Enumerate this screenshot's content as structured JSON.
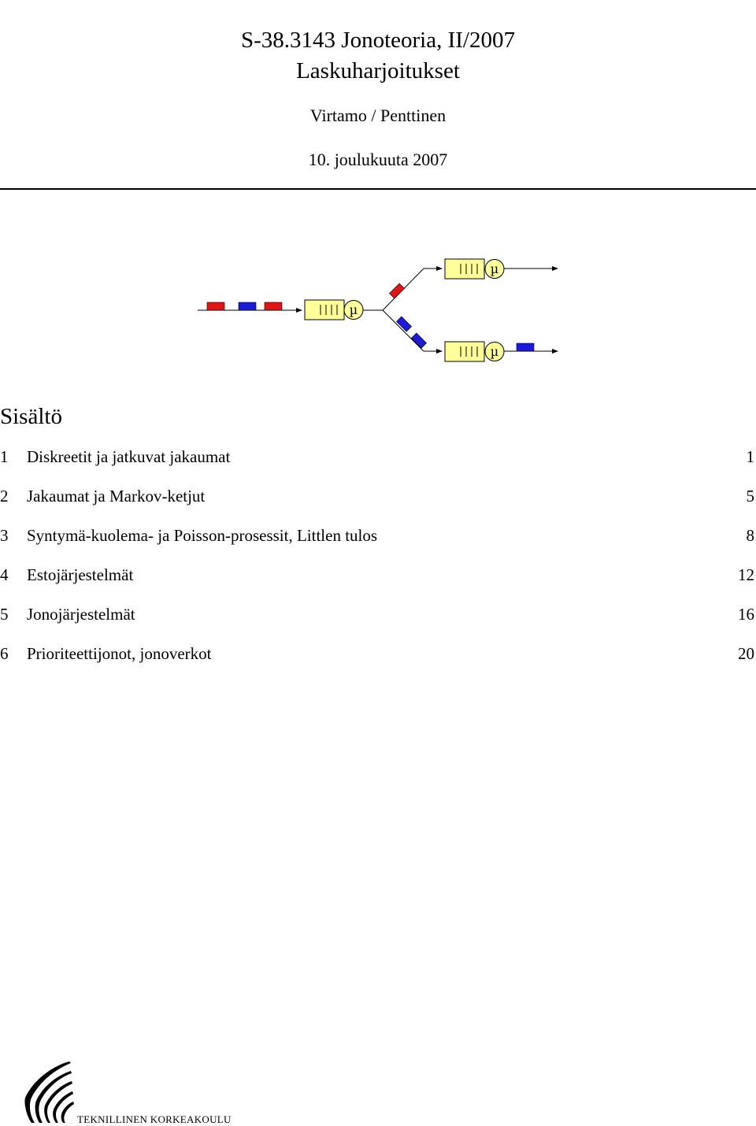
{
  "header": {
    "course": "S-38.3143 Jonoteoria, II/2007",
    "subtitle": "Laskuharjoitukset",
    "authors": "Virtamo / Penttinen",
    "date": "10. joulukuuta 2007"
  },
  "diagram": {
    "mu_symbol": "µ",
    "colors": {
      "red": "#e01515",
      "blue": "#1a1ad8",
      "queue_fill": "#ffff99"
    }
  },
  "toc": {
    "heading": "Sisältö",
    "items": [
      {
        "num": "1",
        "title": "Diskreetit ja jatkuvat jakaumat",
        "page": "1"
      },
      {
        "num": "2",
        "title": "Jakaumat ja Markov-ketjut",
        "page": "5"
      },
      {
        "num": "3",
        "title": "Syntymä-kuolema- ja Poisson-prosessit, Littlen tulos",
        "page": "8"
      },
      {
        "num": "4",
        "title": "Estojärjestelmät",
        "page": "12"
      },
      {
        "num": "5",
        "title": "Jonojärjestelmät",
        "page": "16"
      },
      {
        "num": "6",
        "title": "Prioriteettijonot, jonoverkot",
        "page": "20"
      }
    ]
  },
  "footer": {
    "institution": "TEKNILLINEN KORKEAKOULU"
  }
}
